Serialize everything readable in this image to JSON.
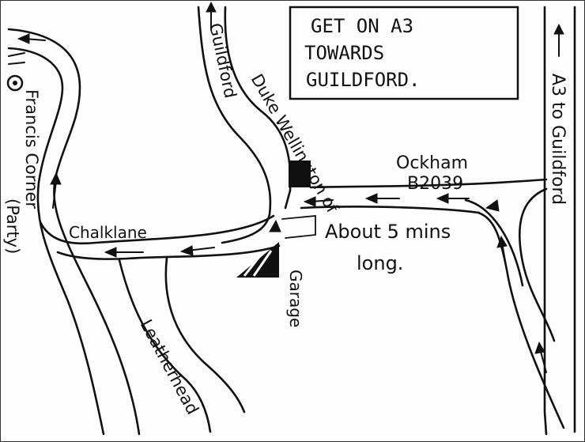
{
  "map": {
    "note": [
      "GET ON A3",
      "TOWARDS",
      "GUILDFORD."
    ],
    "labels": {
      "guildford_road": "Guildford",
      "duke_of_wellington": "Duke Wellington of",
      "ockham": "Ockham",
      "b2039": "B2039",
      "a3_to_guildford": "A3 to Guildford",
      "about_5_mins": "About 5 mins",
      "long": "long.",
      "chalk_lane": "Chalklane",
      "garage": "Garage",
      "leatherhead": "Leatherhead",
      "francis_corner": "Francis Corner",
      "party": "(Party)"
    },
    "colors": {
      "ink": "#111111",
      "paper": "#fdfdfd"
    }
  }
}
